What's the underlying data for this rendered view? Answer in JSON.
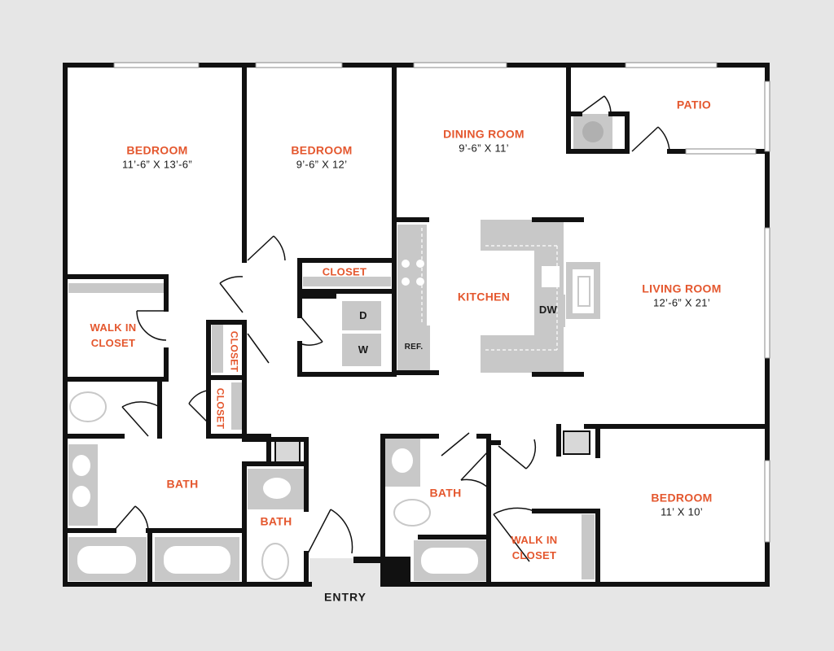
{
  "rooms": {
    "bedroom1": {
      "name": "BEDROOM",
      "dim": "11’-6” X 13’-6”"
    },
    "bedroom2": {
      "name": "BEDROOM",
      "dim": "9’-6” X 12’"
    },
    "dining": {
      "name": "DINING ROOM",
      "dim": "9’-6” X 11’"
    },
    "patio": {
      "name": "PATIO"
    },
    "closet_top": {
      "name": "CLOSET"
    },
    "kitchen": {
      "name": "KITCHEN"
    },
    "living": {
      "name": "LIVING ROOM",
      "dim": "12’-6” X 21’"
    },
    "walkin_left": {
      "name": "WALK IN CLOSET"
    },
    "closet_v1": {
      "name": "CLOSET"
    },
    "closet_v2": {
      "name": "CLOSET"
    },
    "bath_main": {
      "name": "BATH"
    },
    "bath_hall": {
      "name": "BATH"
    },
    "bath_master": {
      "name": "BATH"
    },
    "bedroom3": {
      "name": "BEDROOM",
      "dim": "11’ X 10’"
    },
    "walkin_right": {
      "name": "WALK IN CLOSET"
    }
  },
  "fixtures": {
    "dryer": "D",
    "washer": "W",
    "dishwasher": "DW",
    "refrigerator": "REF."
  },
  "entry_label": "ENTRY",
  "colors": {
    "wall": "#111111",
    "room_label": "#e4572e",
    "fixture": "#c8c8c8",
    "floor": "#ffffff",
    "background": "#e6e6e6"
  }
}
